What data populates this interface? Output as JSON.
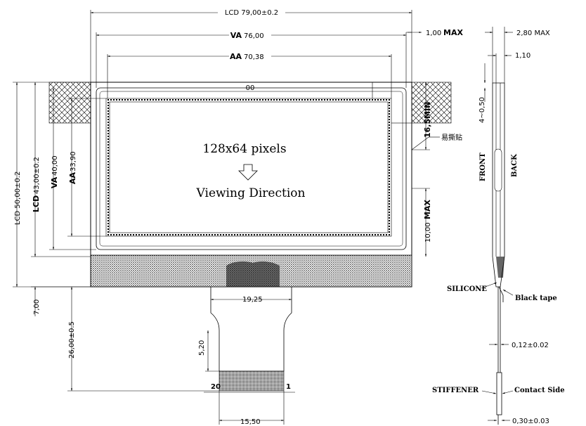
{
  "dimensions": {
    "lcd_width": "LCD 79,00±0.2",
    "va_width_prefix": "VA",
    "va_width_value": "76,00",
    "aa_width_prefix": "AA",
    "aa_width_value": "70,38",
    "max_right": "1,00",
    "max_word": "MAX",
    "fpc_top_width": "19,25",
    "fpc_bottom_width": "15,50",
    "lcd_height": "LCD 50,00±0.2",
    "lcd_height_prefix": "LCD",
    "lcd_height_value": "43,00±0.2",
    "va_height_prefix": "VA",
    "va_height_value": "40,00",
    "aa_height_prefix": "AA",
    "aa_height_value": "33,90",
    "fpc_offset": "7,00",
    "fpc_length": "26,00±0.5",
    "fpc_tab": "5,20",
    "min_side": "16,5MIN",
    "max_side_value": "10,00",
    "max_side_word": "MAX",
    "side_thickness": "2,80 MAX",
    "side_glass": "1,10",
    "side_offset": "4~0,50",
    "side_fpc_thickness": "0,12±0.02",
    "side_stiffener": "0,30±0.03"
  },
  "labels": {
    "resolution": "128x64 pixels",
    "viewing": "Viewing Direction",
    "front": "FRONT",
    "back": "BACK",
    "silicone": "SILICONE",
    "black_tape": "Black tape",
    "stiffener": "STIFFENER",
    "contact_side": "Contact Side",
    "easy_tear": "易撕贴",
    "pin_first": "20",
    "pin_last": "1",
    "tiny_mark": "00"
  }
}
